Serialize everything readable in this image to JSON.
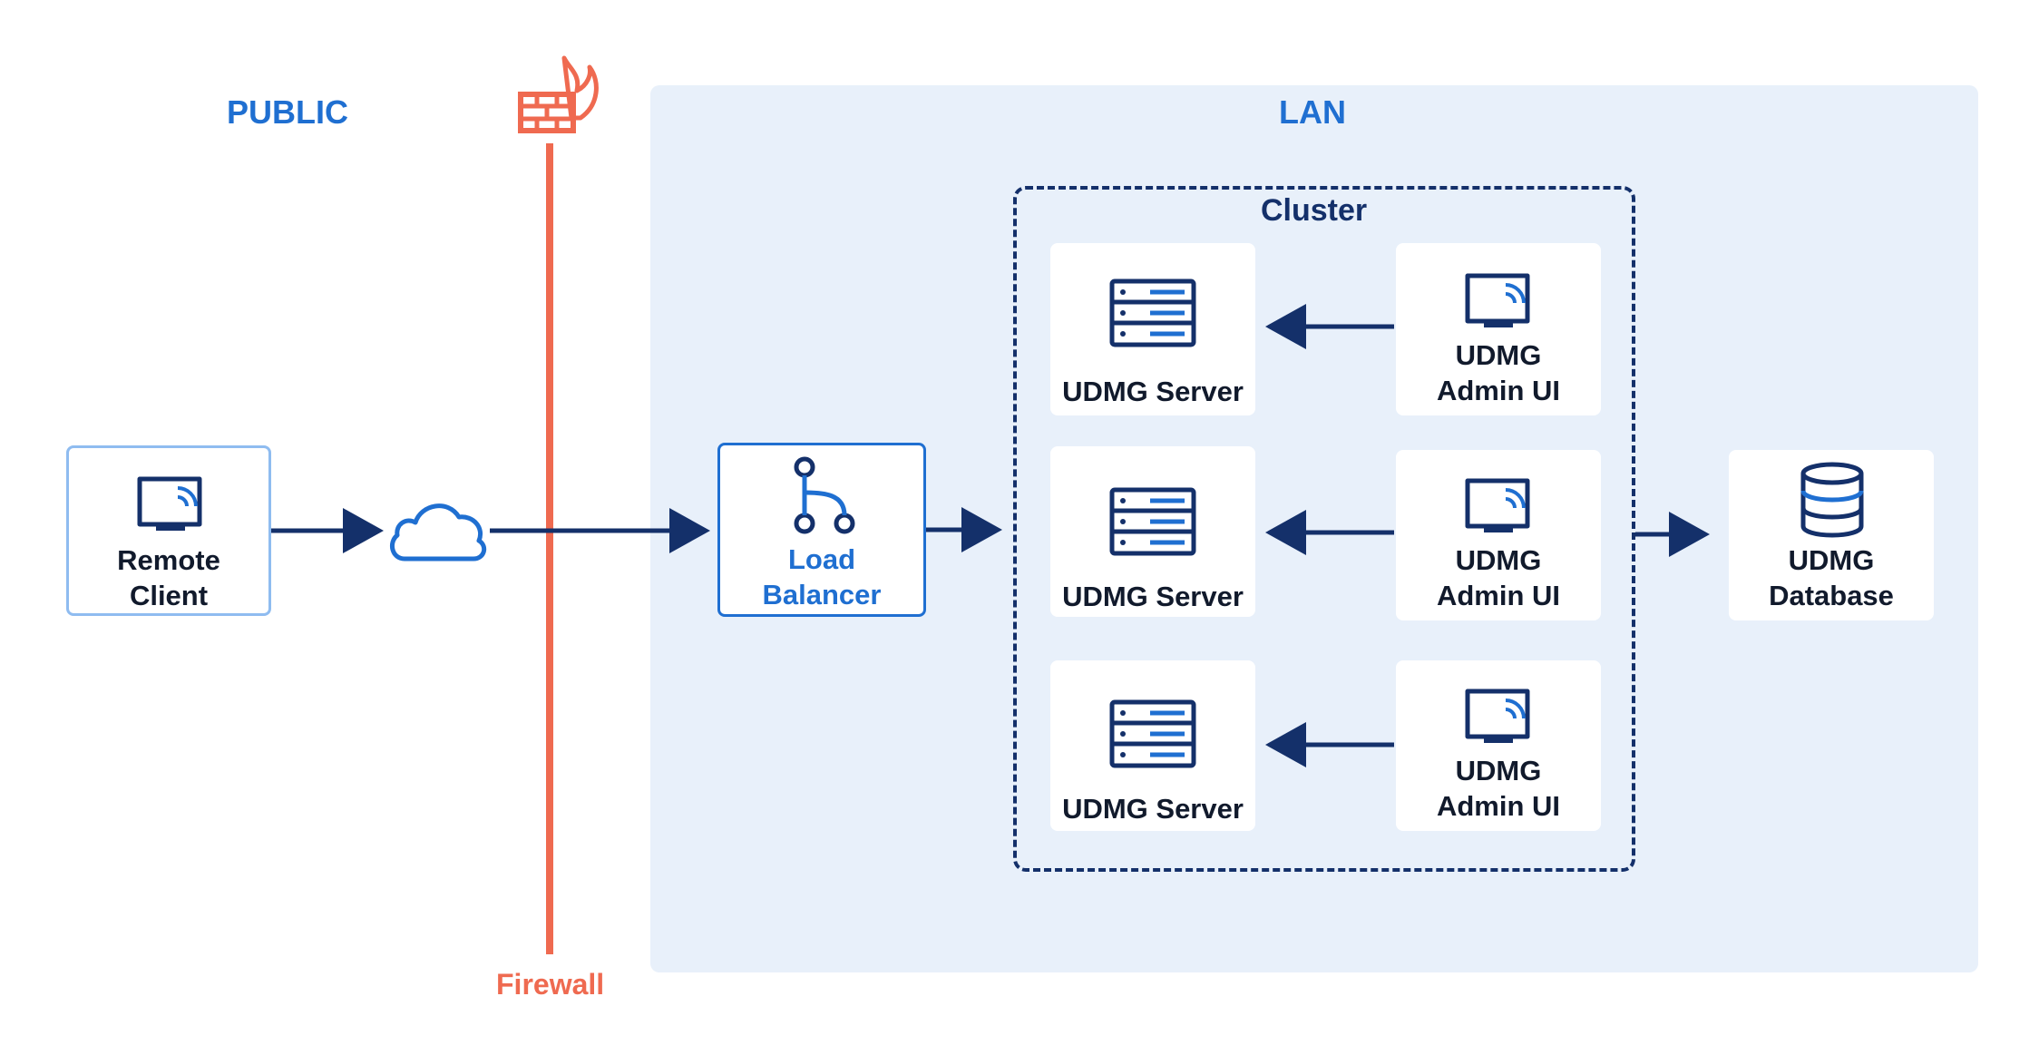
{
  "zones": {
    "public_label": "PUBLIC",
    "lan_label": "LAN",
    "cluster_label": "Cluster",
    "firewall_label": "Firewall"
  },
  "nodes": {
    "remote_client": {
      "line1": "Remote",
      "line2": "Client"
    },
    "load_balancer": {
      "line1": "Load",
      "line2": "Balancer"
    },
    "servers": [
      {
        "label": "UDMG Server"
      },
      {
        "label": "UDMG Server"
      },
      {
        "label": "UDMG Server"
      }
    ],
    "admin_uis": [
      {
        "line1": "UDMG",
        "line2": "Admin UI"
      },
      {
        "line1": "UDMG",
        "line2": "Admin UI"
      },
      {
        "line1": "UDMG",
        "line2": "Admin UI"
      }
    ],
    "database": {
      "line1": "UDMG",
      "line2": "Database"
    }
  },
  "colors": {
    "navy": "#14306a",
    "brand_blue": "#1f6fd1",
    "firewall_orange": "#ef6a50",
    "lan_background": "#e8f0fa"
  },
  "icons": [
    "monitor-icon",
    "cloud-icon",
    "firewall-icon",
    "load-balancer-icon",
    "server-rack-icon",
    "database-icon"
  ]
}
